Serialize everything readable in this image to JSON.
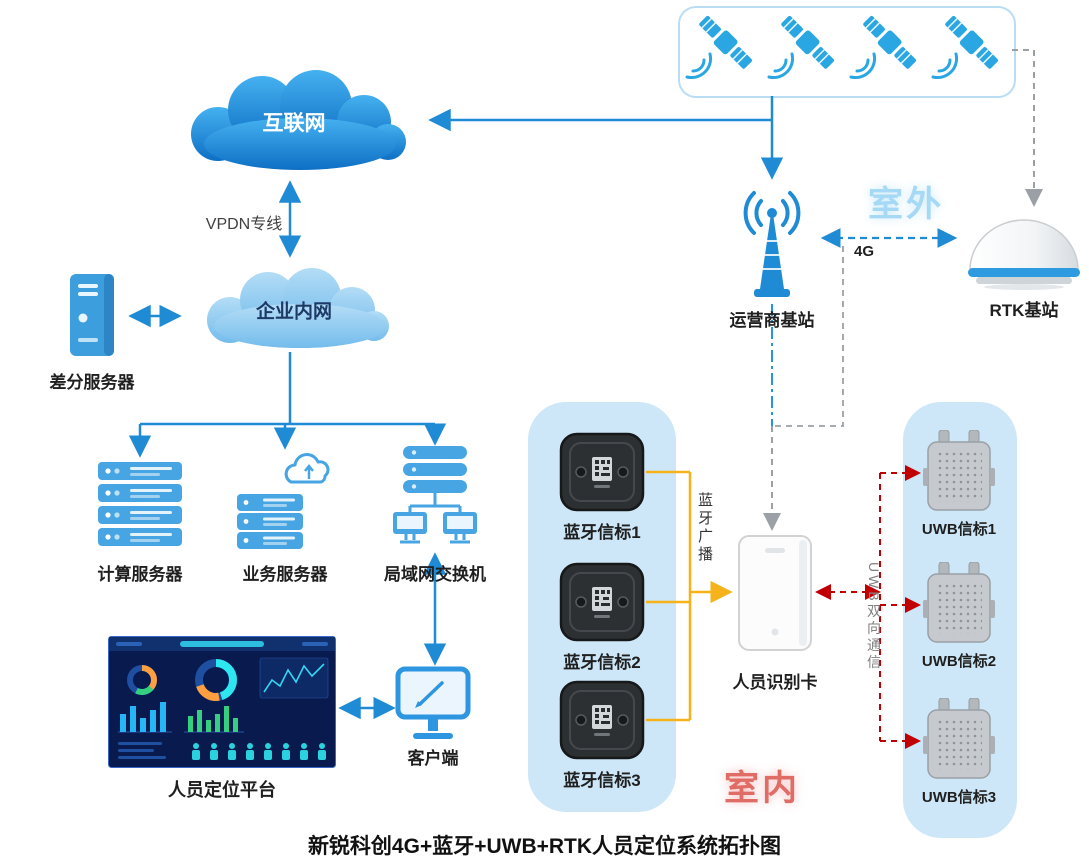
{
  "title": "新锐科创4G+蓝牙+UWB+RTK人员定位系统拓扑图",
  "zones": {
    "outdoor": "室外",
    "indoor": "室内"
  },
  "links": {
    "vpdn": "VPDN专线",
    "four_g": "4G",
    "bt_broadcast": "蓝牙广播",
    "uwb_comm": "UWB双向通信"
  },
  "nodes": {
    "internet": {
      "label": "互联网"
    },
    "intranet": {
      "label": "企业内网"
    },
    "diff_server": {
      "label": "差分服务器"
    },
    "compute_server": {
      "label": "计算服务器"
    },
    "business_server": {
      "label": "业务服务器"
    },
    "lan_switch": {
      "label": "局域网交换机"
    },
    "platform": {
      "label": "人员定位平台"
    },
    "client": {
      "label": "客户端"
    },
    "carrier_station": {
      "label": "运营商基站"
    },
    "rtk_station": {
      "label": "RTK基站"
    },
    "person_card": {
      "label": "人员识别卡"
    },
    "bt_beacons": [
      {
        "label": "蓝牙信标1"
      },
      {
        "label": "蓝牙信标2"
      },
      {
        "label": "蓝牙信标3"
      }
    ],
    "uwb_beacons": [
      {
        "label": "UWB信标1"
      },
      {
        "label": "UWB信标2"
      },
      {
        "label": "UWB信标3"
      }
    ]
  },
  "icons": {
    "satellite": "satellite-icon",
    "internet_cloud": "cloud-icon",
    "intranet_cloud": "cloud-icon",
    "diff_server": "server-tower-icon",
    "compute_server": "server-rack-icon",
    "business_server": "cloud-server-icon",
    "lan_switch": "network-switch-icon",
    "platform": "dashboard-screenshot",
    "client": "monitor-icon",
    "carrier_station": "antenna-tower-icon",
    "rtk_station": "rtk-dome-icon",
    "person_card": "id-card-device-icon",
    "bt_beacon": "bluetooth-beacon-icon",
    "uwb_beacon": "uwb-beacon-icon"
  },
  "colors": {
    "arrow_blue": "#1e8bd4",
    "arrow_yellow": "#f6b21b",
    "arrow_red": "#c00000",
    "arrow_gray": "#9aa0a5",
    "zone_panel": "#cde7f8",
    "outdoor_text": "#a6d9f6",
    "indoor_text": "#e06c66"
  }
}
